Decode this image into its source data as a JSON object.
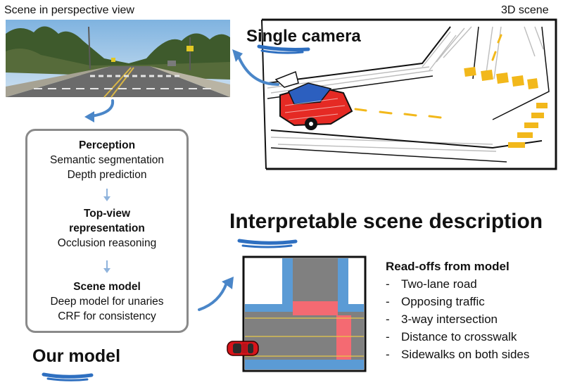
{
  "perspective": {
    "caption": "Scene in perspective view"
  },
  "scene3d": {
    "caption": "3D scene",
    "camera_title": "Single camera"
  },
  "pipeline": {
    "perception": {
      "heading": "Perception",
      "lines": [
        "Semantic segmentation",
        "Depth prediction"
      ]
    },
    "topview": {
      "heading_lines": [
        "Top-view",
        "representation"
      ],
      "lines": [
        "Occlusion reasoning"
      ]
    },
    "scene_model": {
      "heading": "Scene model",
      "lines": [
        "Deep model for unaries",
        "CRF for consistency"
      ]
    }
  },
  "our_model": "Our model",
  "interpretable": {
    "title": "Interpretable scene description"
  },
  "readoffs": {
    "heading": "Read-offs from model",
    "items": [
      "Two-lane road",
      "Opposing traffic",
      "3-way intersection",
      "Distance to crosswalk",
      "Sidewalks on both sides"
    ]
  },
  "colors": {
    "sidewalk": "#5b9bd5",
    "road": "#808080",
    "crosswalk": "#f46a72",
    "lane_line": "#e7c84a",
    "car": "#e0191f",
    "arrow": "#4a86c8",
    "sketch_yellow": "#f2b81b"
  }
}
